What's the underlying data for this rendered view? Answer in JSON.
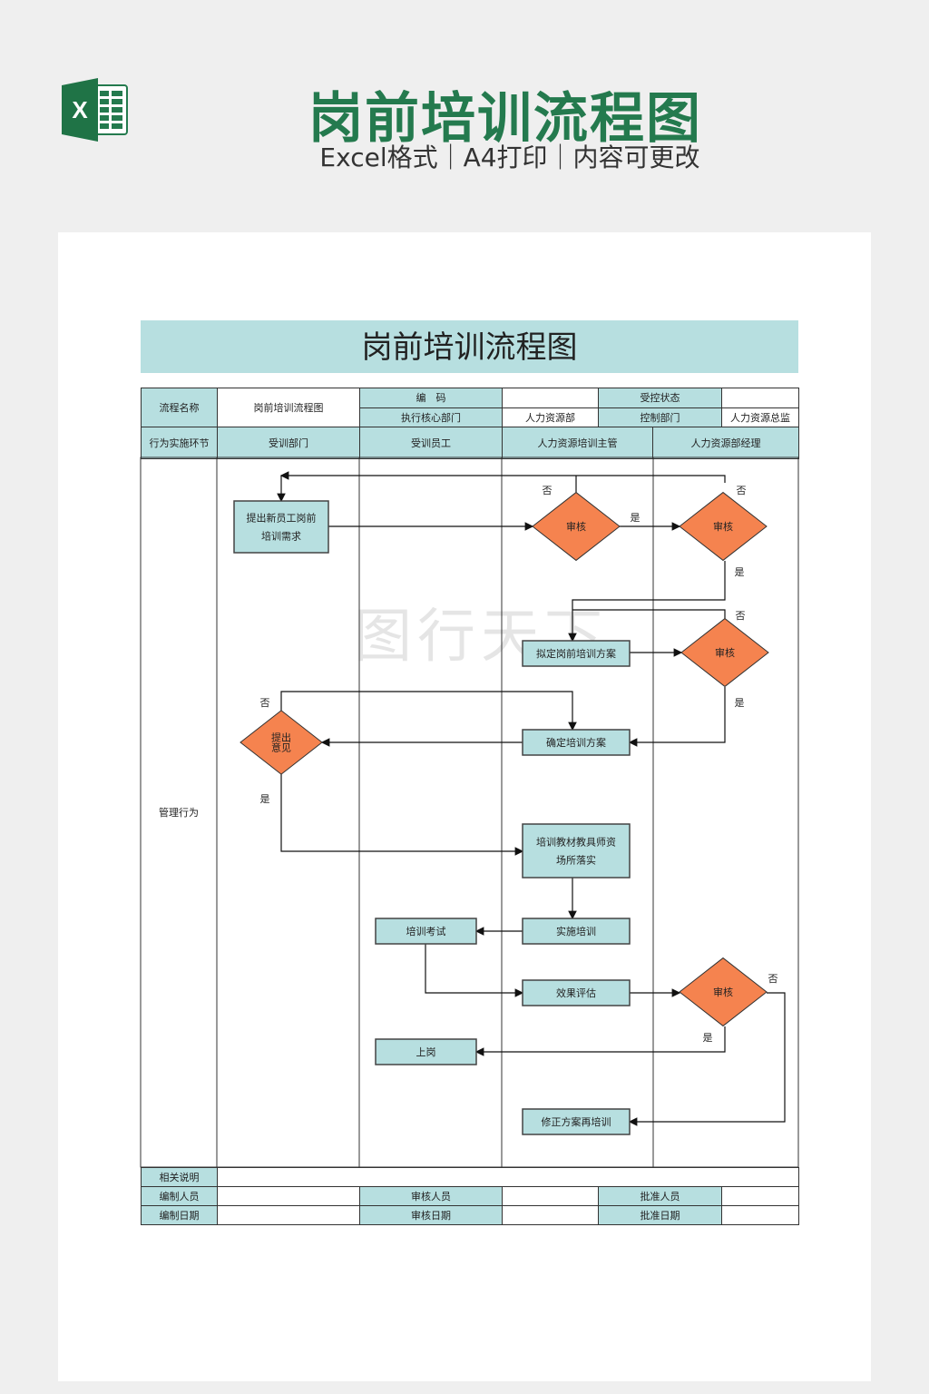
{
  "header": {
    "title": "岗前培训流程图",
    "subtitle": "Excel格式｜A4打印｜内容可更改",
    "logo_icon": "excel-icon",
    "brand_color": "#247a4e"
  },
  "document": {
    "banner_title": "岗前培训流程图",
    "info": {
      "process_name_label": "流程名称",
      "process_name_value": "岗前培训流程图",
      "code_label": "编　码",
      "code_value": "",
      "control_status_label": "受控状态",
      "control_status_value": "",
      "exec_dept_label": "执行核心部门",
      "exec_dept_value": "人力资源部",
      "control_dept_label": "控制部门",
      "control_dept_value": "人力资源总监"
    },
    "lanes_label": "行为实施环节",
    "lanes": [
      "受训部门",
      "受训员工",
      "人力资源培训主管",
      "人力资源部经理"
    ],
    "row_label": "管理行为",
    "footer": {
      "notes_label": "相关说明",
      "notes_value": "",
      "preparer_label": "编制人员",
      "reviewer_label": "审核人员",
      "approver_label": "批准人员",
      "prep_date_label": "编制日期",
      "review_date_label": "审核日期",
      "approve_date_label": "批准日期"
    },
    "colors": {
      "process_fill": "#b7dfe0",
      "decision_fill": "#f5834f",
      "header_fill": "#b7dfe0"
    }
  },
  "flow": {
    "nodes": [
      {
        "id": "n1",
        "type": "process",
        "lines": [
          "提出新员工岗前",
          "培训需求"
        ]
      },
      {
        "id": "d1",
        "type": "decision",
        "lines": [
          "审核"
        ]
      },
      {
        "id": "d2",
        "type": "decision",
        "lines": [
          "审核"
        ]
      },
      {
        "id": "n2",
        "type": "process",
        "lines": [
          "拟定岗前培训方案"
        ]
      },
      {
        "id": "d3",
        "type": "decision",
        "lines": [
          "审核"
        ]
      },
      {
        "id": "n3",
        "type": "process",
        "lines": [
          "确定培训方案"
        ]
      },
      {
        "id": "d4",
        "type": "decision",
        "lines": [
          "提出",
          "意见"
        ]
      },
      {
        "id": "n4",
        "type": "process",
        "lines": [
          "培训教材教具师资",
          "场所落实"
        ]
      },
      {
        "id": "n5",
        "type": "process",
        "lines": [
          "实施培训"
        ]
      },
      {
        "id": "n6",
        "type": "process",
        "lines": [
          "培训考试"
        ]
      },
      {
        "id": "n7",
        "type": "process",
        "lines": [
          "效果评估"
        ]
      },
      {
        "id": "d5",
        "type": "decision",
        "lines": [
          "审核"
        ]
      },
      {
        "id": "n8",
        "type": "process",
        "lines": [
          "上岗"
        ]
      },
      {
        "id": "n9",
        "type": "process",
        "lines": [
          "修正方案再培训"
        ]
      }
    ],
    "labels": {
      "yes": "是",
      "no": "否"
    }
  },
  "watermark": "图行天下"
}
